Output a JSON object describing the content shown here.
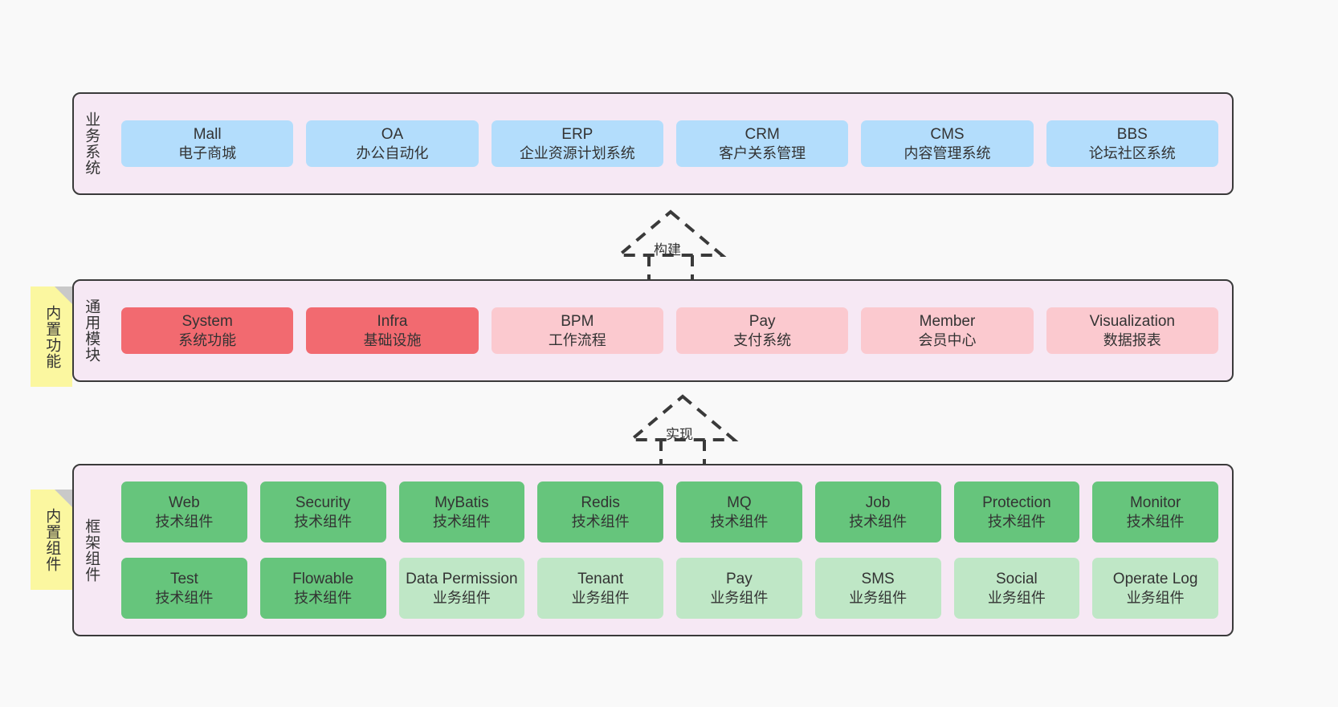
{
  "diagram": {
    "background_color": "#f9f9f9",
    "panel_color": "#f6e8f4",
    "border_color": "#3a3a3a"
  },
  "layers": [
    {
      "id": "business-system",
      "label": "业务系统",
      "sticky": null,
      "rows": [
        {
          "nodes": [
            {
              "title": "Mall",
              "sub": "电子商城",
              "color": "#b3ddfc",
              "style": "c-blue"
            },
            {
              "title": "OA",
              "sub": "办公自动化",
              "color": "#b3ddfc",
              "style": "c-blue"
            },
            {
              "title": "ERP",
              "sub": "企业资源计划系统",
              "color": "#b3ddfc",
              "style": "c-blue"
            },
            {
              "title": "CRM",
              "sub": "客户关系管理",
              "color": "#b3ddfc",
              "style": "c-blue"
            },
            {
              "title": "CMS",
              "sub": "内容管理系统",
              "color": "#b3ddfc",
              "style": "c-blue"
            },
            {
              "title": "BBS",
              "sub": "论坛社区系统",
              "color": "#b3ddfc",
              "style": "c-blue"
            }
          ]
        }
      ]
    },
    {
      "id": "common-module",
      "label": "通用模块",
      "sticky": "内置功能",
      "rows": [
        {
          "nodes": [
            {
              "title": "System",
              "sub": "系统功能",
              "color": "#f26a70",
              "style": "c-red"
            },
            {
              "title": "Infra",
              "sub": "基础设施",
              "color": "#f26a70",
              "style": "c-red"
            },
            {
              "title": "BPM",
              "sub": "工作流程",
              "color": "#fbc9cf",
              "style": "c-pink"
            },
            {
              "title": "Pay",
              "sub": "支付系统",
              "color": "#fbc9cf",
              "style": "c-pink"
            },
            {
              "title": "Member",
              "sub": "会员中心",
              "color": "#fbc9cf",
              "style": "c-pink"
            },
            {
              "title": "Visualization",
              "sub": "数据报表",
              "color": "#fbc9cf",
              "style": "c-pink"
            }
          ]
        }
      ]
    },
    {
      "id": "framework-component",
      "label": "框架组件",
      "sticky": "内置组件",
      "rows": [
        {
          "nodes": [
            {
              "title": "Web",
              "sub": "技术组件",
              "color": "#66c57c",
              "style": "c-green"
            },
            {
              "title": "Security",
              "sub": "技术组件",
              "color": "#66c57c",
              "style": "c-green"
            },
            {
              "title": "MyBatis",
              "sub": "技术组件",
              "color": "#66c57c",
              "style": "c-green"
            },
            {
              "title": "Redis",
              "sub": "技术组件",
              "color": "#66c57c",
              "style": "c-green"
            },
            {
              "title": "MQ",
              "sub": "技术组件",
              "color": "#66c57c",
              "style": "c-green"
            },
            {
              "title": "Job",
              "sub": "技术组件",
              "color": "#66c57c",
              "style": "c-green"
            },
            {
              "title": "Protection",
              "sub": "技术组件",
              "color": "#66c57c",
              "style": "c-green"
            },
            {
              "title": "Monitor",
              "sub": "技术组件",
              "color": "#66c57c",
              "style": "c-green"
            }
          ]
        },
        {
          "nodes": [
            {
              "title": "Test",
              "sub": "技术组件",
              "color": "#66c57c",
              "style": "c-green"
            },
            {
              "title": "Flowable",
              "sub": "技术组件",
              "color": "#66c57c",
              "style": "c-green"
            },
            {
              "title": "Data Permission",
              "sub": "业务组件",
              "color": "#bfe7c6",
              "style": "c-lightgreen",
              "wrap": true
            },
            {
              "title": "Tenant",
              "sub": "业务组件",
              "color": "#bfe7c6",
              "style": "c-lightgreen"
            },
            {
              "title": "Pay",
              "sub": "业务组件",
              "color": "#bfe7c6",
              "style": "c-lightgreen"
            },
            {
              "title": "SMS",
              "sub": "业务组件",
              "color": "#bfe7c6",
              "style": "c-lightgreen"
            },
            {
              "title": "Social",
              "sub": "业务组件",
              "color": "#bfe7c6",
              "style": "c-lightgreen"
            },
            {
              "title": "Operate Log",
              "sub": "业务组件",
              "color": "#bfe7c6",
              "style": "c-lightgreen"
            }
          ]
        }
      ]
    }
  ],
  "connectors": [
    {
      "id": "build",
      "label": "构建",
      "direction": "up",
      "from": "common-module",
      "to": "business-system"
    },
    {
      "id": "implement",
      "label": "实现",
      "direction": "up",
      "from": "framework-component",
      "to": "common-module"
    }
  ]
}
